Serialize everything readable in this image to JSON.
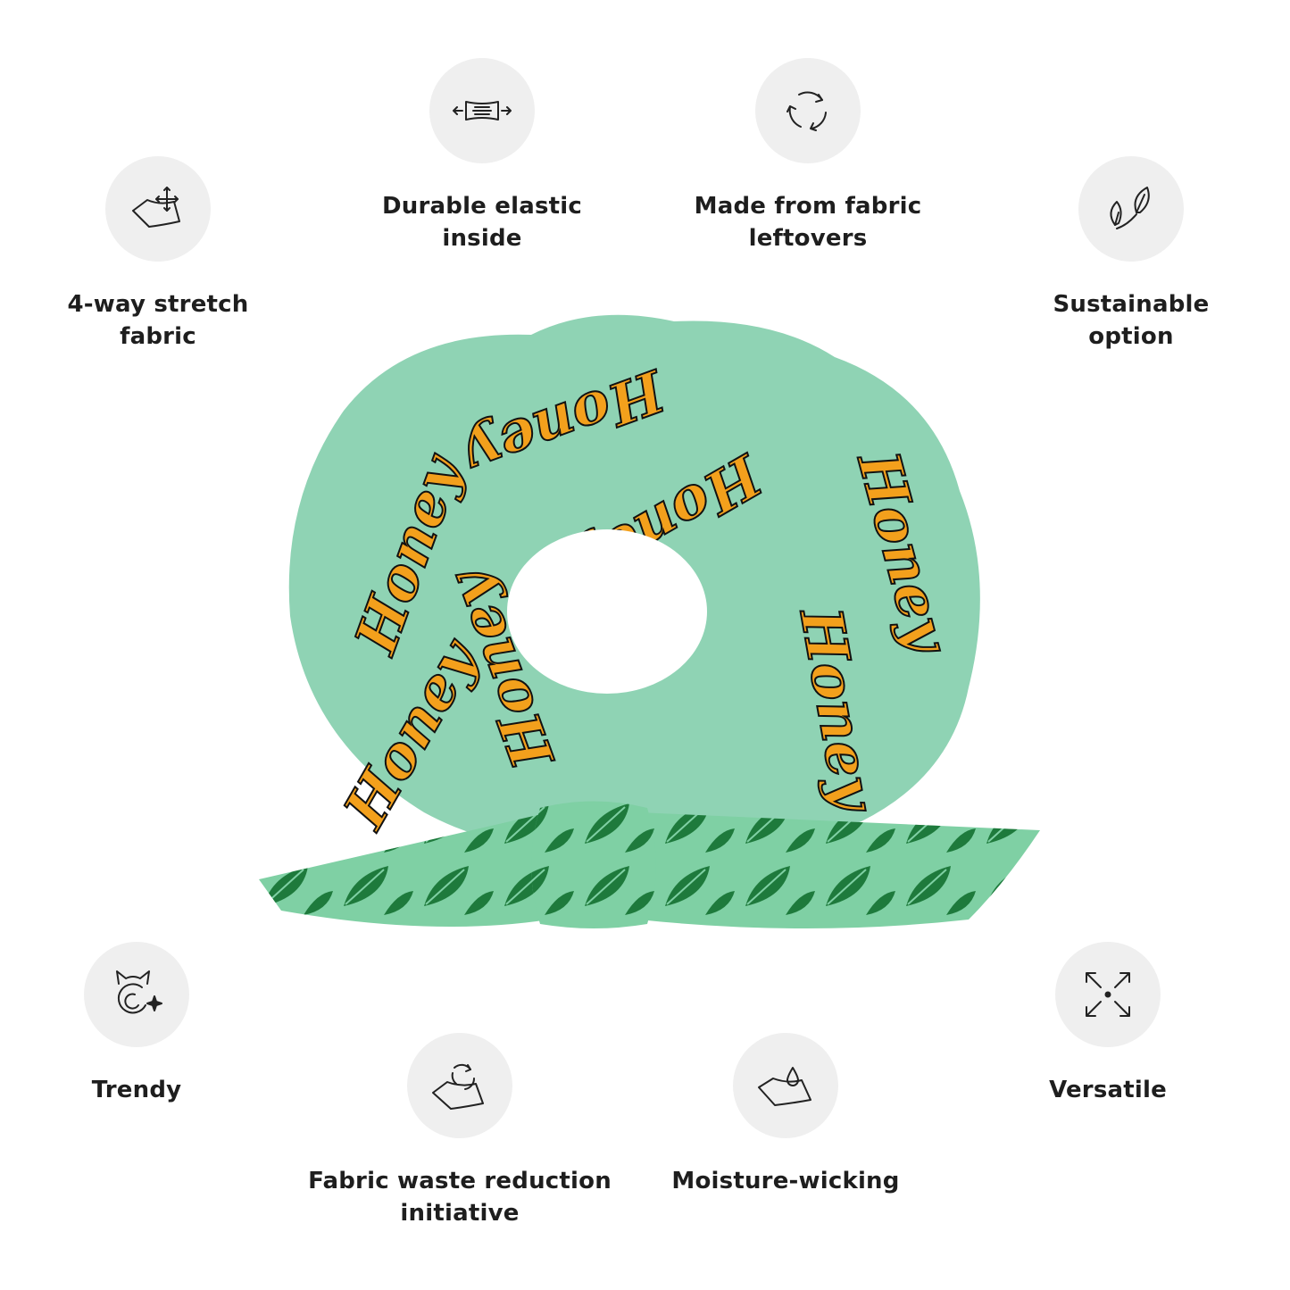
{
  "features": {
    "stretch": {
      "label": "4-way stretch\nfabric",
      "icon": "stretch-fabric-icon"
    },
    "elastic": {
      "label": "Durable elastic\ninside",
      "icon": "elastic-icon"
    },
    "leftovers": {
      "label": "Made from fabric\nleftovers",
      "icon": "recycle-icon"
    },
    "sustainable": {
      "label": "Sustainable\noption",
      "icon": "leaves-icon"
    },
    "trendy": {
      "label": "Trendy",
      "icon": "trendy-cat-icon"
    },
    "waste": {
      "label": "Fabric waste reduction\ninitiative",
      "icon": "fabric-recycle-icon"
    },
    "moisture": {
      "label": "Moisture-wicking",
      "icon": "moisture-drop-icon"
    },
    "versatile": {
      "label": "Versatile",
      "icon": "expand-arrows-icon"
    }
  },
  "product": {
    "pattern_text": "Honey",
    "colors": {
      "fabric": "#8fd3b4",
      "text": "#f3a01c",
      "bow": "#7fd0a4",
      "leaf": "#1e7a3c"
    }
  }
}
